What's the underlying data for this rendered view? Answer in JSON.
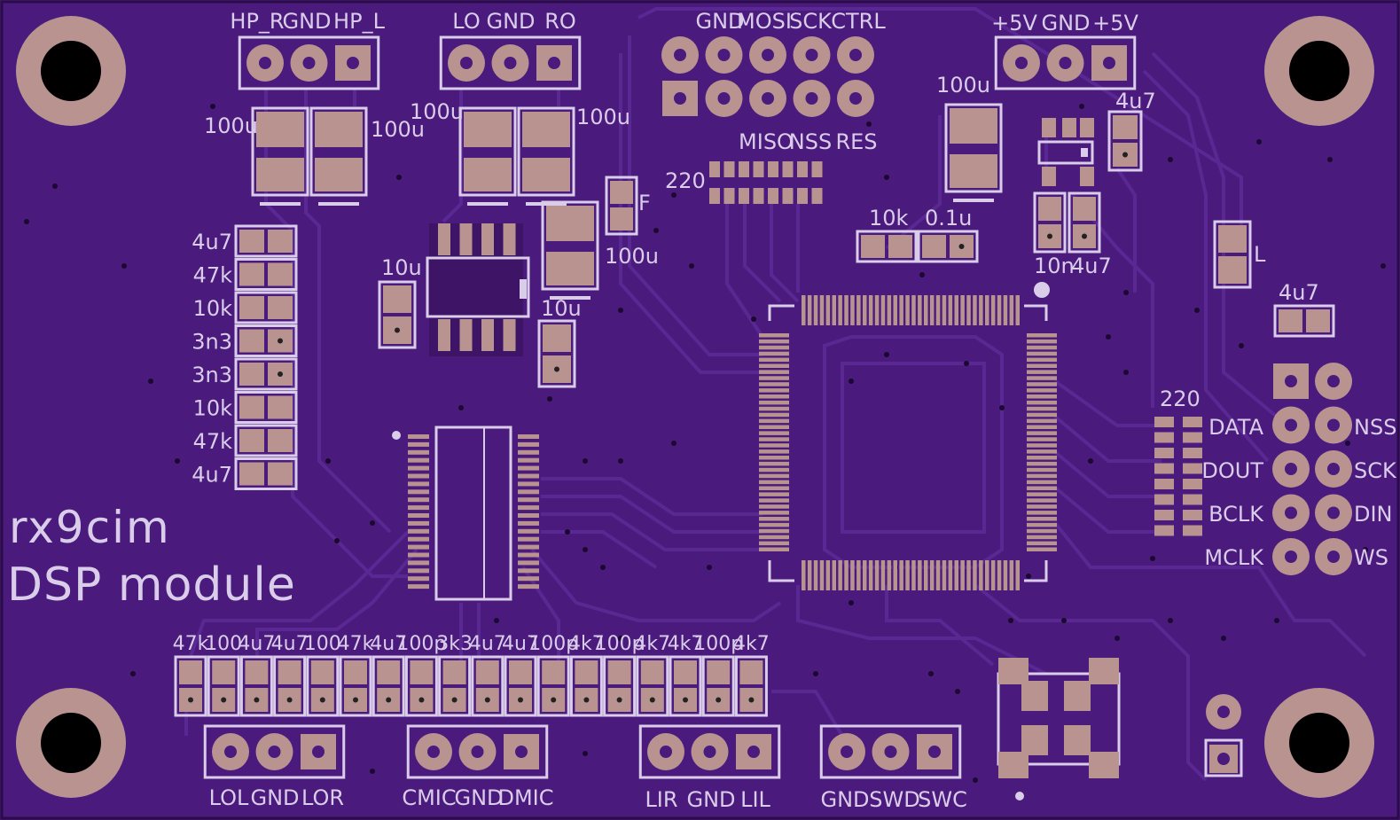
{
  "board": {
    "title_line1": "rx9cim",
    "title_line2": "DSP module",
    "colors": {
      "pcb": "#4b1a7d",
      "trace": "#5a2892",
      "copper": "#b99390",
      "silk": "#d9cdea",
      "outline": "#2a0d48",
      "hole": "#000000"
    }
  },
  "connectors": {
    "hp": {
      "labels": [
        "HP_R",
        "GND",
        "HP_L"
      ]
    },
    "lo": {
      "labels": [
        "LO",
        "GND",
        "RO"
      ]
    },
    "spi_top": {
      "labels": [
        "GND",
        "MOSI",
        "SCK",
        "CTRL"
      ]
    },
    "spi_bottom": {
      "labels": [
        "MISO",
        "NSS",
        "RES"
      ]
    },
    "power": {
      "labels": [
        "+5V",
        "GND",
        "+5V"
      ]
    },
    "right": {
      "left_labels": [
        "DATA",
        "DOUT",
        "BCLK",
        "MCLK"
      ],
      "right_labels": [
        "NSS",
        "SCK",
        "DIN",
        "WS"
      ]
    },
    "lol": {
      "labels": [
        "LOL",
        "GND",
        "LOR"
      ]
    },
    "mic": {
      "labels": [
        "CMIC",
        "GND",
        "DMIC"
      ]
    },
    "lir": {
      "labels": [
        "LIR",
        "GND",
        "LIL"
      ]
    },
    "swd": {
      "labels": [
        "GND",
        "SWD",
        "SWC"
      ]
    }
  },
  "components": {
    "cap_hp_left": "100u",
    "cap_hp_right": "100u",
    "cap_lo_left": "100u",
    "cap_lo_right": "100u",
    "cap_f_label": "F",
    "cap_mid_100u": "100u",
    "cap_10u_left": "10u",
    "cap_10u_right": "10u",
    "res_220_top": "220",
    "res_10k": "10k",
    "cap_01u": "0.1u",
    "cap_100u_pwr": "100u",
    "cap_4u7_top": "4u7",
    "cap_10n": "10n",
    "cap_4u7_mid": "4u7",
    "ind_l": "L",
    "cap_4u7_right": "4u7",
    "res_220_right": "220",
    "left_column": [
      "4u7",
      "47k",
      "10k",
      "3n3",
      "3n3",
      "10k",
      "47k",
      "4u7"
    ],
    "bottom_row": [
      "47k",
      "100",
      "4u7",
      "4u7",
      "100",
      "47k",
      "4u7",
      "100p",
      "3k3",
      "4u7",
      "4u7",
      "100p",
      "4k7",
      "100p",
      "4k7",
      "4k7",
      "100p",
      "4k7"
    ]
  }
}
